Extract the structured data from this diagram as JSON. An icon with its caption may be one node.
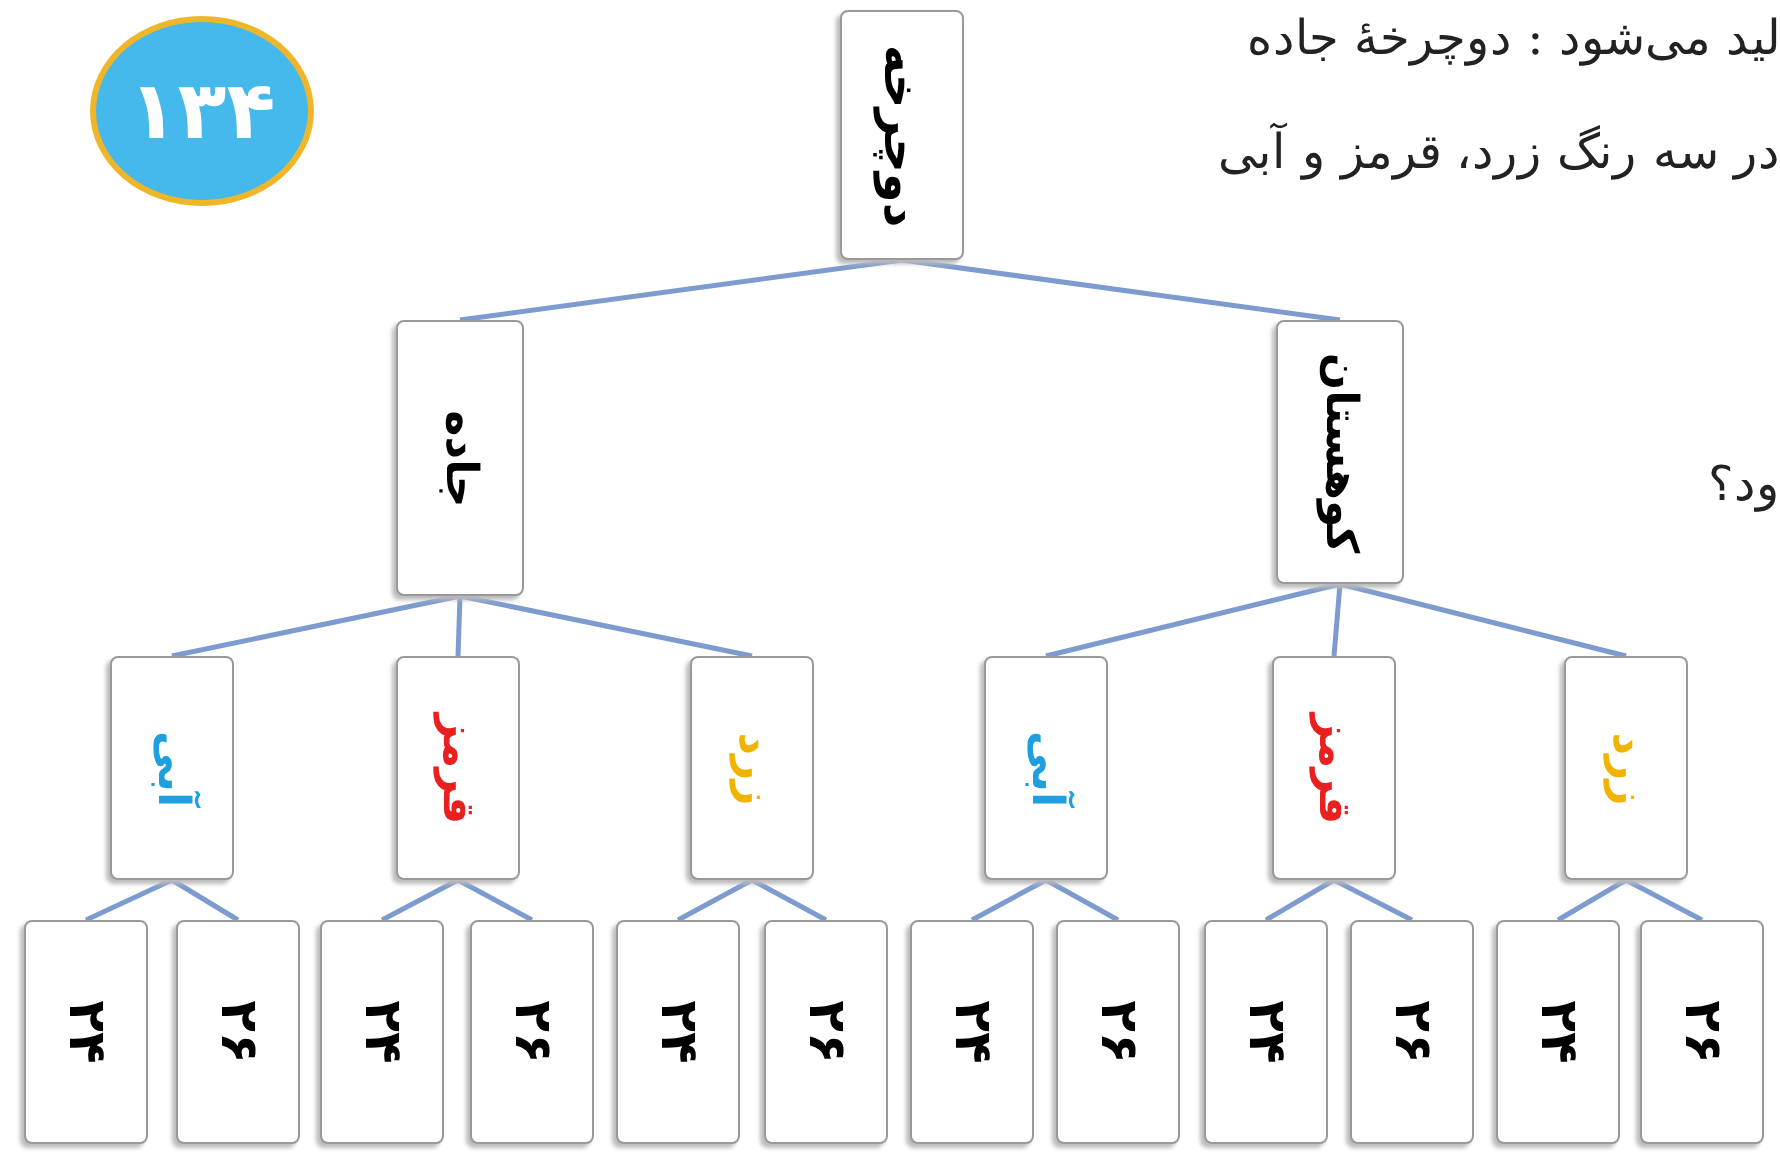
{
  "diagram": {
    "nodes": [
      {
        "text": [
          "دوچرخه"
        ]
      },
      {
        "text": [
          "جاده"
        ]
      },
      {
        "text": [
          "کوهستان"
        ]
      },
      {
        "text": [
          "آبی"
        ]
      },
      {
        "text": [
          "قرمز"
        ]
      },
      {
        "text": [
          "زرد"
        ]
      },
      {
        "text": [
          "آبی"
        ]
      },
      {
        "text": [
          "قرمز"
        ]
      },
      {
        "text": [
          "زرد"
        ]
      },
      {
        "text": [
          "۲۴"
        ]
      },
      {
        "text": [
          "۲۶"
        ]
      },
      {
        "text": [
          "۲۴"
        ]
      },
      {
        "text": [
          "۲۶"
        ]
      },
      {
        "text": [
          "۲۴"
        ]
      },
      {
        "text": [
          "۲۶"
        ]
      },
      {
        "text": [
          "۲۴"
        ]
      },
      {
        "text": [
          "۲۶"
        ]
      },
      {
        "text": [
          "۲۴"
        ]
      },
      {
        "text": [
          "۲۶"
        ]
      },
      {
        "text": [
          "۲۴"
        ]
      },
      {
        "text": [
          "۲۶"
        ]
      }
    ],
    "edges": [
      {
        "from": 0,
        "to": 1,
        "arrow": "none"
      },
      {
        "from": 0,
        "to": 2,
        "arrow": "none"
      },
      {
        "from": 1,
        "to": 3,
        "arrow": "none"
      },
      {
        "from": 1,
        "to": 4,
        "arrow": "none"
      },
      {
        "from": 1,
        "to": 5,
        "arrow": "none"
      },
      {
        "from": 2,
        "to": 6,
        "arrow": "none"
      },
      {
        "from": 2,
        "to": 7,
        "arrow": "none"
      },
      {
        "from": 2,
        "to": 8,
        "arrow": "none"
      },
      {
        "from": 3,
        "to": 9,
        "arrow": "none"
      },
      {
        "from": 3,
        "to": 10,
        "arrow": "none"
      },
      {
        "from": 4,
        "to": 11,
        "arrow": "none"
      },
      {
        "from": 4,
        "to": 12,
        "arrow": "none"
      },
      {
        "from": 5,
        "to": 13,
        "arrow": "none"
      },
      {
        "from": 5,
        "to": 14,
        "arrow": "none"
      },
      {
        "from": 6,
        "to": 15,
        "arrow": "none"
      },
      {
        "from": 6,
        "to": 16,
        "arrow": "none"
      },
      {
        "from": 7,
        "to": 17,
        "arrow": "none"
      },
      {
        "from": 7,
        "to": 18,
        "arrow": "none"
      },
      {
        "from": 8,
        "to": 19,
        "arrow": "none"
      },
      {
        "from": 8,
        "to": 20,
        "arrow": "none"
      }
    ],
    "labels": [
      "۱۳۴",
      "لید می‌شود : دوچرخهٔ جاده",
      "در سه رنگ زرد، قرمز و آبی",
      "ود؟"
    ]
  }
}
